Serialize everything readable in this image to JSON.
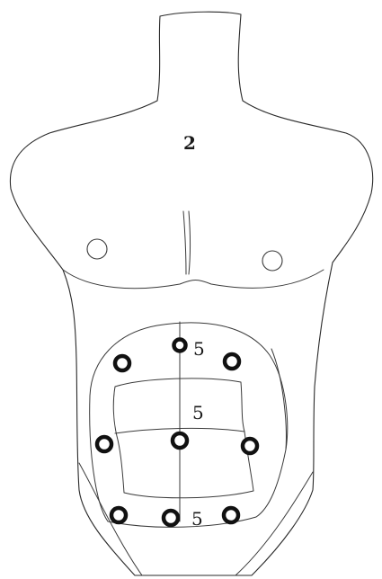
{
  "labels": {
    "chest": "2",
    "upper_abdomen": "5",
    "mid_abdomen": "5",
    "lower_abdomen": "5"
  }
}
